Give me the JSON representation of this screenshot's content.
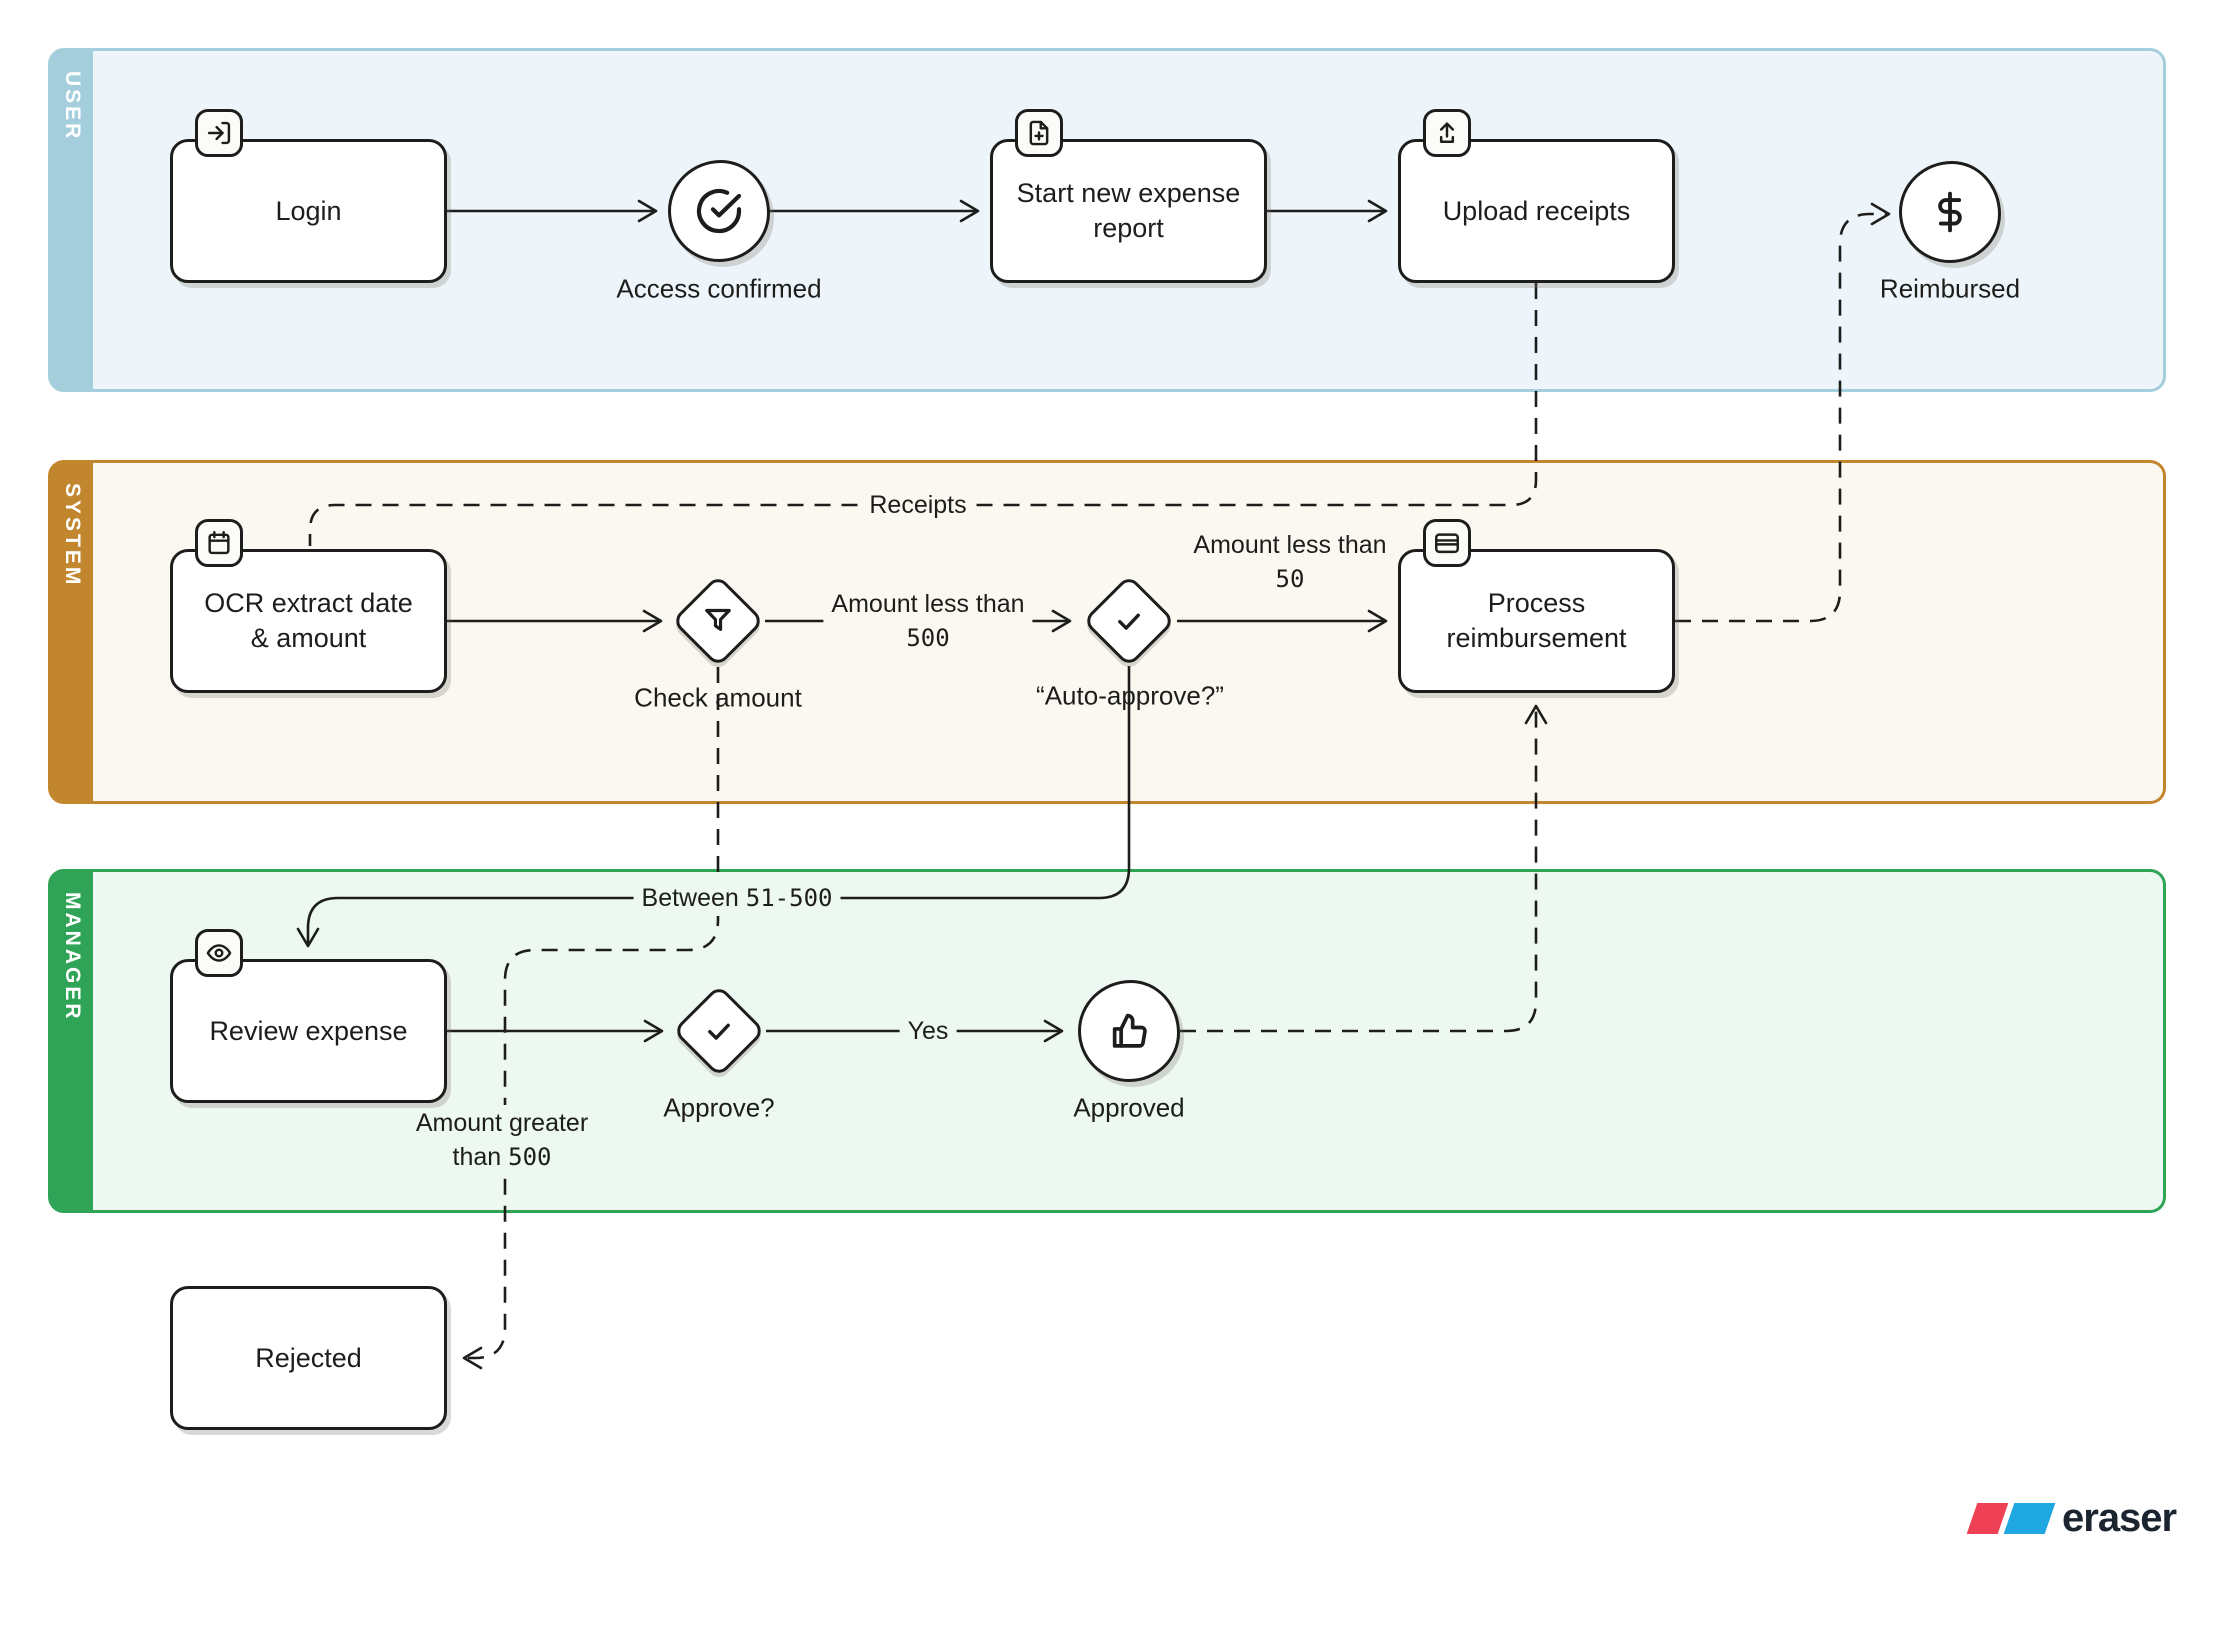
{
  "lanes": [
    {
      "label": "USER",
      "strip_color": "#a5cedd",
      "body_color": "#edf5fa"
    },
    {
      "label": "SYSTEM",
      "strip_color": "#c2862f",
      "body_color": "#faf8f1"
    },
    {
      "label": "MANAGER",
      "strip_color": "#2fa457",
      "body_color": "#eef8f2"
    }
  ],
  "nodes": {
    "login": {
      "label": "Login",
      "icon": "login-icon"
    },
    "access": {
      "label": "Access confirmed",
      "icon": "check-circle-icon"
    },
    "start_report": {
      "label": "Start new expense\nreport",
      "icon": "file-plus-icon"
    },
    "upload": {
      "label": "Upload receipts",
      "icon": "upload-icon"
    },
    "reimbursed": {
      "label": "Reimbursed",
      "icon": "dollar-icon"
    },
    "ocr": {
      "label": "OCR extract date\n& amount",
      "icon": "calendar-icon"
    },
    "check_amount": {
      "label": "Check amount",
      "icon": "funnel-icon"
    },
    "auto_approve": {
      "label": "“Auto-approve?”",
      "icon": "check-icon"
    },
    "process": {
      "label": "Process\nreimbursement",
      "icon": "credit-card-icon"
    },
    "review": {
      "label": "Review expense",
      "icon": "eye-icon"
    },
    "approve": {
      "label": "Approve?",
      "icon": "check-icon"
    },
    "approved": {
      "label": "Approved",
      "icon": "thumbs-up-icon"
    },
    "rejected": {
      "label": "Rejected"
    }
  },
  "edge_labels": {
    "receipts": "Receipts",
    "less_500": {
      "line1": "Amount less than",
      "line2": "500"
    },
    "less_50": {
      "line1": "Amount less than",
      "line2": "50"
    },
    "between": {
      "prefix": "Between ",
      "value": "51-500"
    },
    "yes": "Yes",
    "greater": {
      "line1": "Amount greater",
      "line2_prefix": "than ",
      "line2_value": "500"
    }
  },
  "branding": {
    "logo_text": "eraser",
    "logo_red": "#ee4156",
    "logo_blue": "#1ea7e0"
  }
}
